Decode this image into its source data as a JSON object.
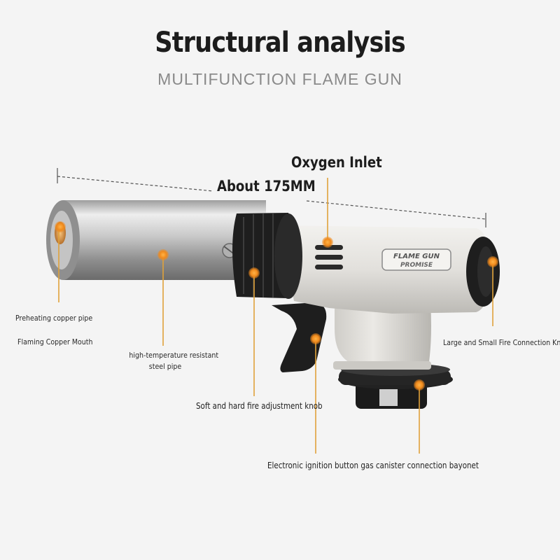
{
  "header": {
    "title": "Structural analysis",
    "subtitle": "MULTIFUNCTION FLAME GUN"
  },
  "dimension": {
    "length_label": "About 175MM"
  },
  "product": {
    "brand_plate_line1": "FLAME GUN",
    "brand_plate_line2": "PROMISE"
  },
  "callouts": {
    "oxygen_inlet": "Oxygen Inlet",
    "preheating_pipe": "Preheating copper pipe",
    "flaming_mouth": "Flaming Copper Mouth",
    "steel_pipe_line1": "high-temperature resistant",
    "steel_pipe_line2": "steel pipe",
    "adjustment_knob": "Soft and hard fire adjustment knob",
    "connection_knob": "Large and Small Fire Connection Knob",
    "ignition_bayonet": "Electronic ignition button gas canister connection bayonet"
  },
  "colors": {
    "marker": "#f08a1c",
    "leader_line": "#e0a23a",
    "body": "#e2e0dc",
    "black_parts": "#1e1e1e",
    "steel": "#bdbdbd"
  }
}
